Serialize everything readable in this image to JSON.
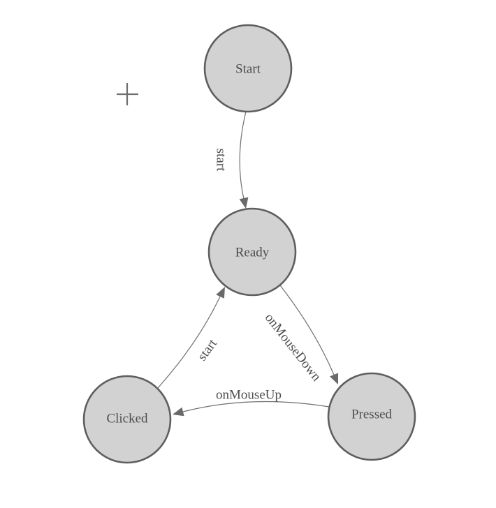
{
  "diagram": {
    "type": "state-machine",
    "colors": {
      "node_fill": "#d2d2d2",
      "node_border": "#5e5e5e",
      "edge_line": "#6f6f6f",
      "arrow_fill": "#696969",
      "text": "#4e4e4e",
      "background": "#ffffff"
    },
    "nodes": [
      {
        "id": "start",
        "label": "Start"
      },
      {
        "id": "ready",
        "label": "Ready"
      },
      {
        "id": "clicked",
        "label": "Clicked"
      },
      {
        "id": "pressed",
        "label": "Pressed"
      }
    ],
    "edges": [
      {
        "from": "Start",
        "to": "Ready",
        "label": "start"
      },
      {
        "from": "Ready",
        "to": "Pressed",
        "label": "onMouseDown"
      },
      {
        "from": "Pressed",
        "to": "Clicked",
        "label": "onMouseUp"
      },
      {
        "from": "Clicked",
        "to": "Ready",
        "label": "start"
      }
    ],
    "cursor": {
      "glyph": "+"
    }
  }
}
